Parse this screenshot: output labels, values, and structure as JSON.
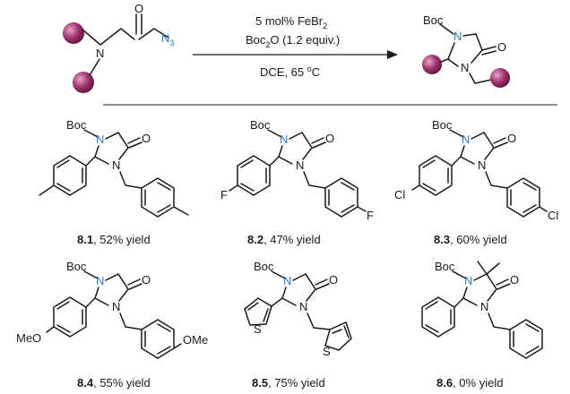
{
  "reaction": {
    "conditions": {
      "line1_prefix": "5 mol% FeBr",
      "line1_sub": "2",
      "line2_prefix": "Boc",
      "line2_sub": "2",
      "line2_suffix": "O (1.2 equiv.)",
      "line3_prefix": "DCE, 65 ",
      "line3_sup": "o",
      "line3_suffix": "C"
    },
    "reactant": {
      "azide": "N",
      "azide_sub": "3",
      "amide_n": "N",
      "carbonyl_o": "O"
    },
    "product": {
      "boc": "Boc",
      "n1": "N",
      "n3": "N",
      "o": "O"
    },
    "colors": {
      "sphere": "#a0336e",
      "nitrogen": "#2b7bc0"
    }
  },
  "compounds": [
    {
      "id": "8.1",
      "yield_text": ", 52% yield",
      "boc": "Boc",
      "n1": "N",
      "n3": "N",
      "o": "O",
      "sub_left": "",
      "sub_right": ""
    },
    {
      "id": "8.2",
      "yield_text": ", 47% yield",
      "boc": "Boc",
      "n1": "N",
      "n3": "N",
      "o": "O",
      "sub_left": "F",
      "sub_right": "F"
    },
    {
      "id": "8.3",
      "yield_text": ", 60% yield",
      "boc": "Boc",
      "n1": "N",
      "n3": "N",
      "o": "O",
      "sub_left": "Cl",
      "sub_right": "Cl"
    },
    {
      "id": "8.4",
      "yield_text": ", 55% yield",
      "boc": "Boc",
      "n1": "N",
      "n3": "N",
      "o": "O",
      "sub_left": "MeO",
      "sub_right": "OMe"
    },
    {
      "id": "8.5",
      "yield_text": ", 75% yield",
      "boc": "Boc",
      "n1": "N",
      "n3": "N",
      "o": "O",
      "s_left": "S",
      "s_right": "S"
    },
    {
      "id": "8.6",
      "yield_text": ", 0% yield",
      "boc": "Boc",
      "n1": "N",
      "n3": "N",
      "o": "O"
    }
  ]
}
